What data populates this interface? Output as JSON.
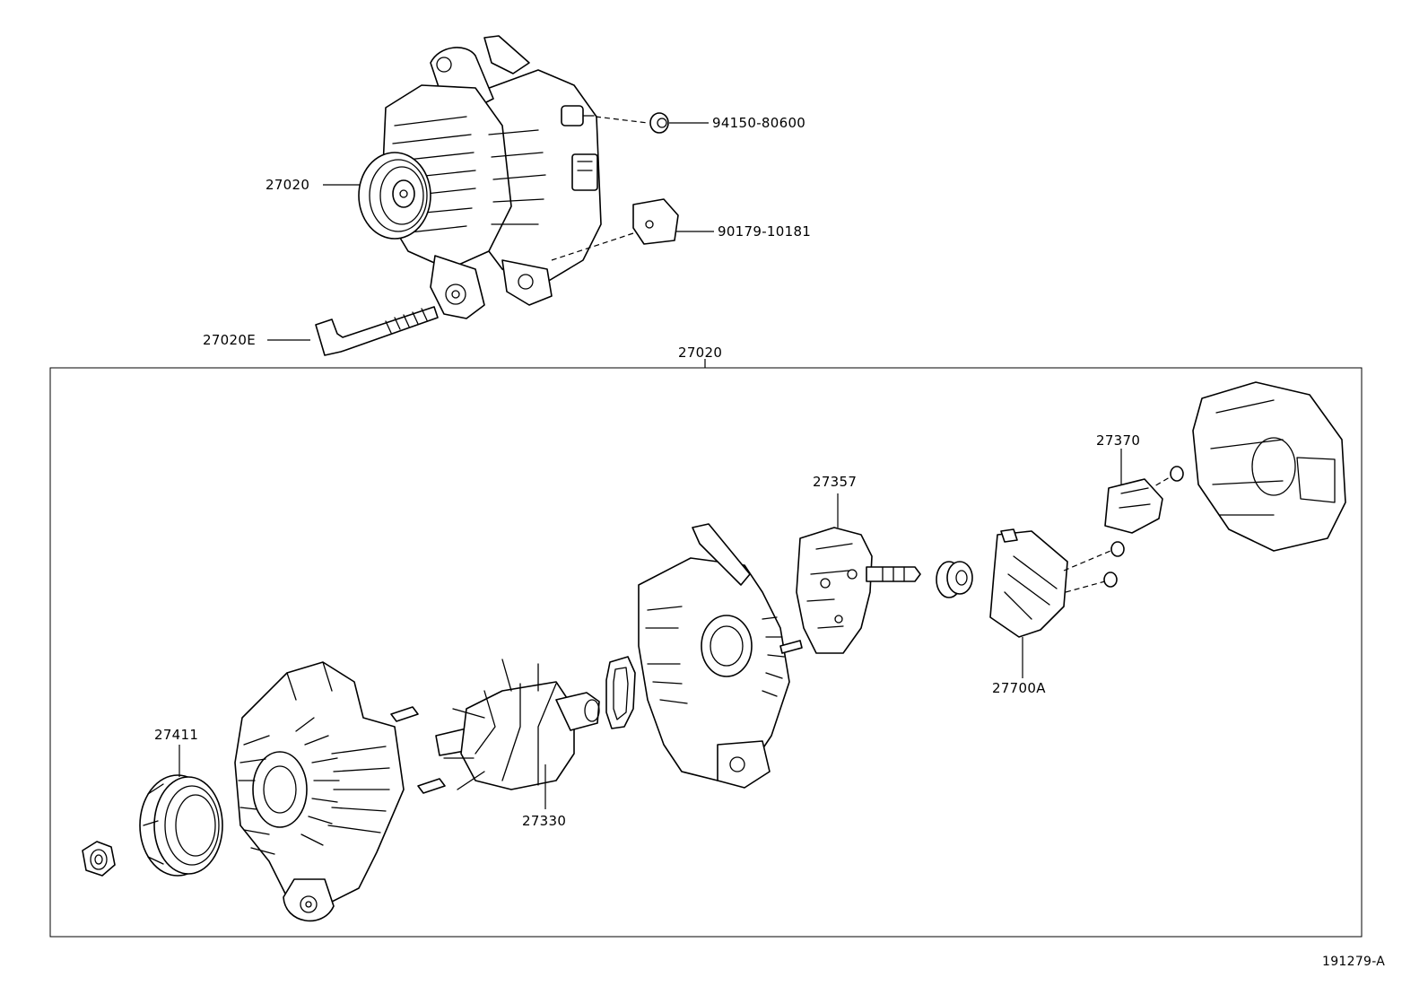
{
  "labels": {
    "alternator_assy_top": "27020",
    "nut": "94150-80600",
    "terminal_cover": "90179-10181",
    "bolt": "27020E",
    "assembly_frame": "27020",
    "pulley": "27411",
    "rotor": "27330",
    "brush_holder": "27357",
    "regulator": "27700A",
    "terminal_insulator": "27370",
    "diagram_id": "191279-A"
  }
}
